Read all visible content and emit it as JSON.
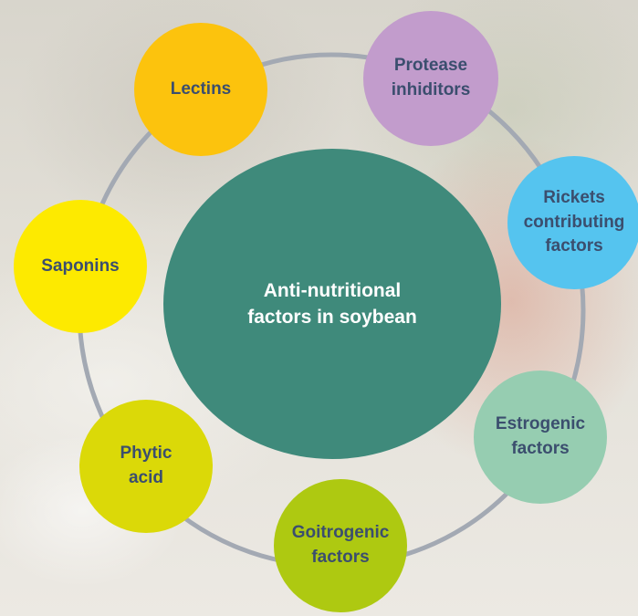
{
  "center": {
    "label": "Anti-nutritional\nfactors in soybean"
  },
  "factors": [
    {
      "label": "Lectins",
      "color": "#fcc30d"
    },
    {
      "label": "Protease\ninhiditors",
      "color": "#c29ccc"
    },
    {
      "label": "Rickets\ncontributing\nfactors",
      "color": "#55c4ef"
    },
    {
      "label": "Saponins",
      "color": "#fdea00"
    },
    {
      "label": "Estrogenic\nfactors",
      "color": "#96cdb1"
    },
    {
      "label": "Phytic\nacid",
      "color": "#dbd908"
    },
    {
      "label": "Goitrogenic\nfactors",
      "color": "#aec911"
    }
  ],
  "colors": {
    "center": "#3f8a7b",
    "ring": "#a3a9b3",
    "factor_text": "#3b4e6e",
    "center_text": "#ffffff"
  }
}
